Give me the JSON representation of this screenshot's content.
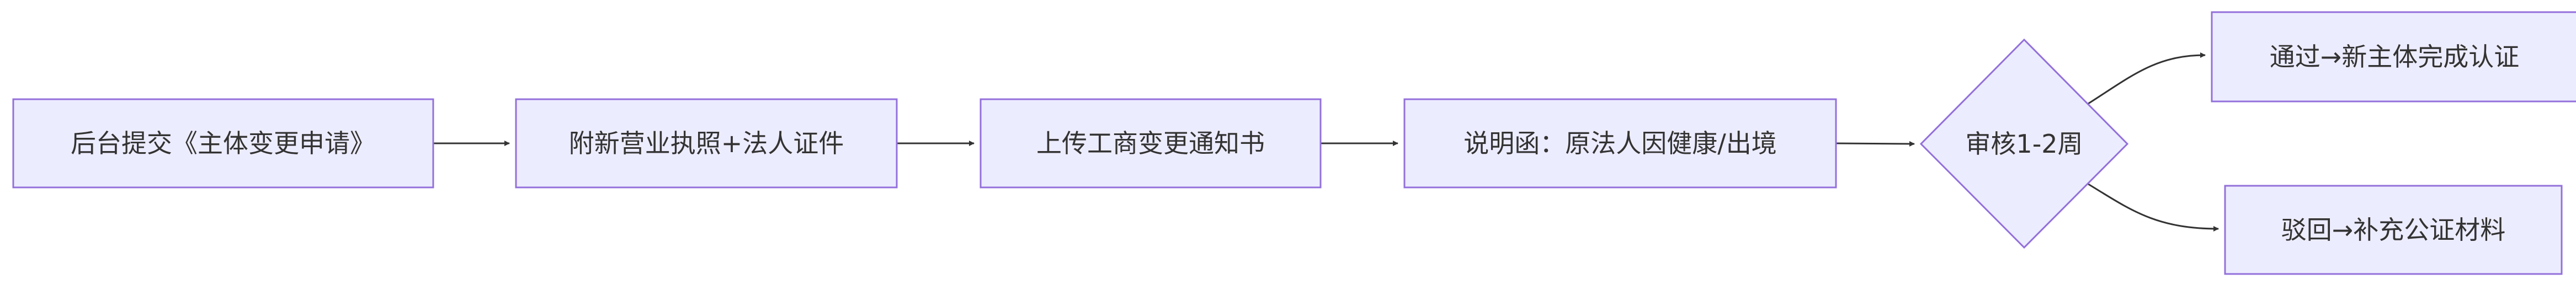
{
  "flow": {
    "step1": "后台提交《主体变更申请》",
    "step2": "附新营业执照+法人证件",
    "step3": "上传工商变更通知书",
    "step4": "说明函：原法人因健康/出境",
    "decision": "审核1-2周",
    "approved": "通过→新主体完成认证",
    "rejected": "驳回→补充公证材料"
  },
  "colors": {
    "node_fill": "#ECECFF",
    "node_stroke": "#9370DB",
    "edge": "#333333",
    "text": "#333333"
  }
}
